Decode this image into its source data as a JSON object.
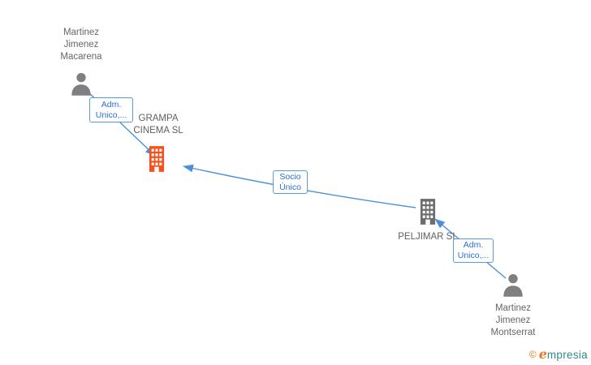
{
  "nodes": {
    "person_top": {
      "line1": "Martinez",
      "line2": "Jimenez",
      "line3": "Macarena"
    },
    "company_grampa": {
      "line1": "GRAMPA",
      "line2": "CINEMA  SL"
    },
    "company_peljimar": {
      "label": "PELJIMAR SL"
    },
    "person_bottom": {
      "line1": "Martinez",
      "line2": "Jimenez",
      "line3": "Montserrat"
    }
  },
  "edges": {
    "adm_top": {
      "line1": "Adm.",
      "line2": "Unico,..."
    },
    "socio": {
      "line1": "Socio",
      "line2": "Único"
    },
    "adm_bottom": {
      "line1": "Adm.",
      "line2": "Unico,..."
    }
  },
  "colors": {
    "highlight_company": "#f4511e",
    "gray_company": "#6d6d6d",
    "person": "#7f7f7f",
    "edge": "#4a90d9",
    "edge_label_text": "#2a6fd4",
    "edge_label_border": "#5a9bd5",
    "node_label_text": "#666666",
    "logo_orange": "#e87722",
    "logo_teal": "#2d8c8c"
  },
  "footer": {
    "copyright_symbol": "©",
    "brand_initial": "e",
    "brand_rest": "mpresia"
  }
}
